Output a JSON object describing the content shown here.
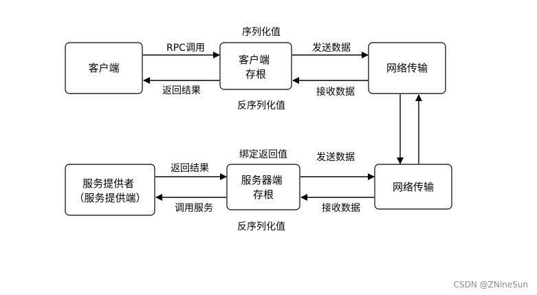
{
  "nodes": {
    "client": [
      "客户端"
    ],
    "client_stub": [
      "客户端",
      "存根"
    ],
    "network_top": [
      "网络传输"
    ],
    "provider": [
      "服务提供者",
      "（服务提供端）"
    ],
    "server_stub": [
      "服务器端",
      "存根"
    ],
    "network_bottom": [
      "网络传输"
    ]
  },
  "labels": {
    "rpc_call": "RPC调用",
    "return_result_top": "返回结果",
    "serialize_top": "序列化值",
    "deserialize_top": "反序列化值",
    "send_data_top": "发送数据",
    "receive_data_top": "接收数据",
    "return_result_bottom": "返回结果",
    "invoke_service": "调用服务",
    "bind_return_value": "绑定返回值",
    "deserialize_bottom": "反序列化值",
    "send_data_bottom": "发送数据",
    "receive_data_bottom": "接收数据"
  },
  "watermark": "CSDN @ZNineSun"
}
